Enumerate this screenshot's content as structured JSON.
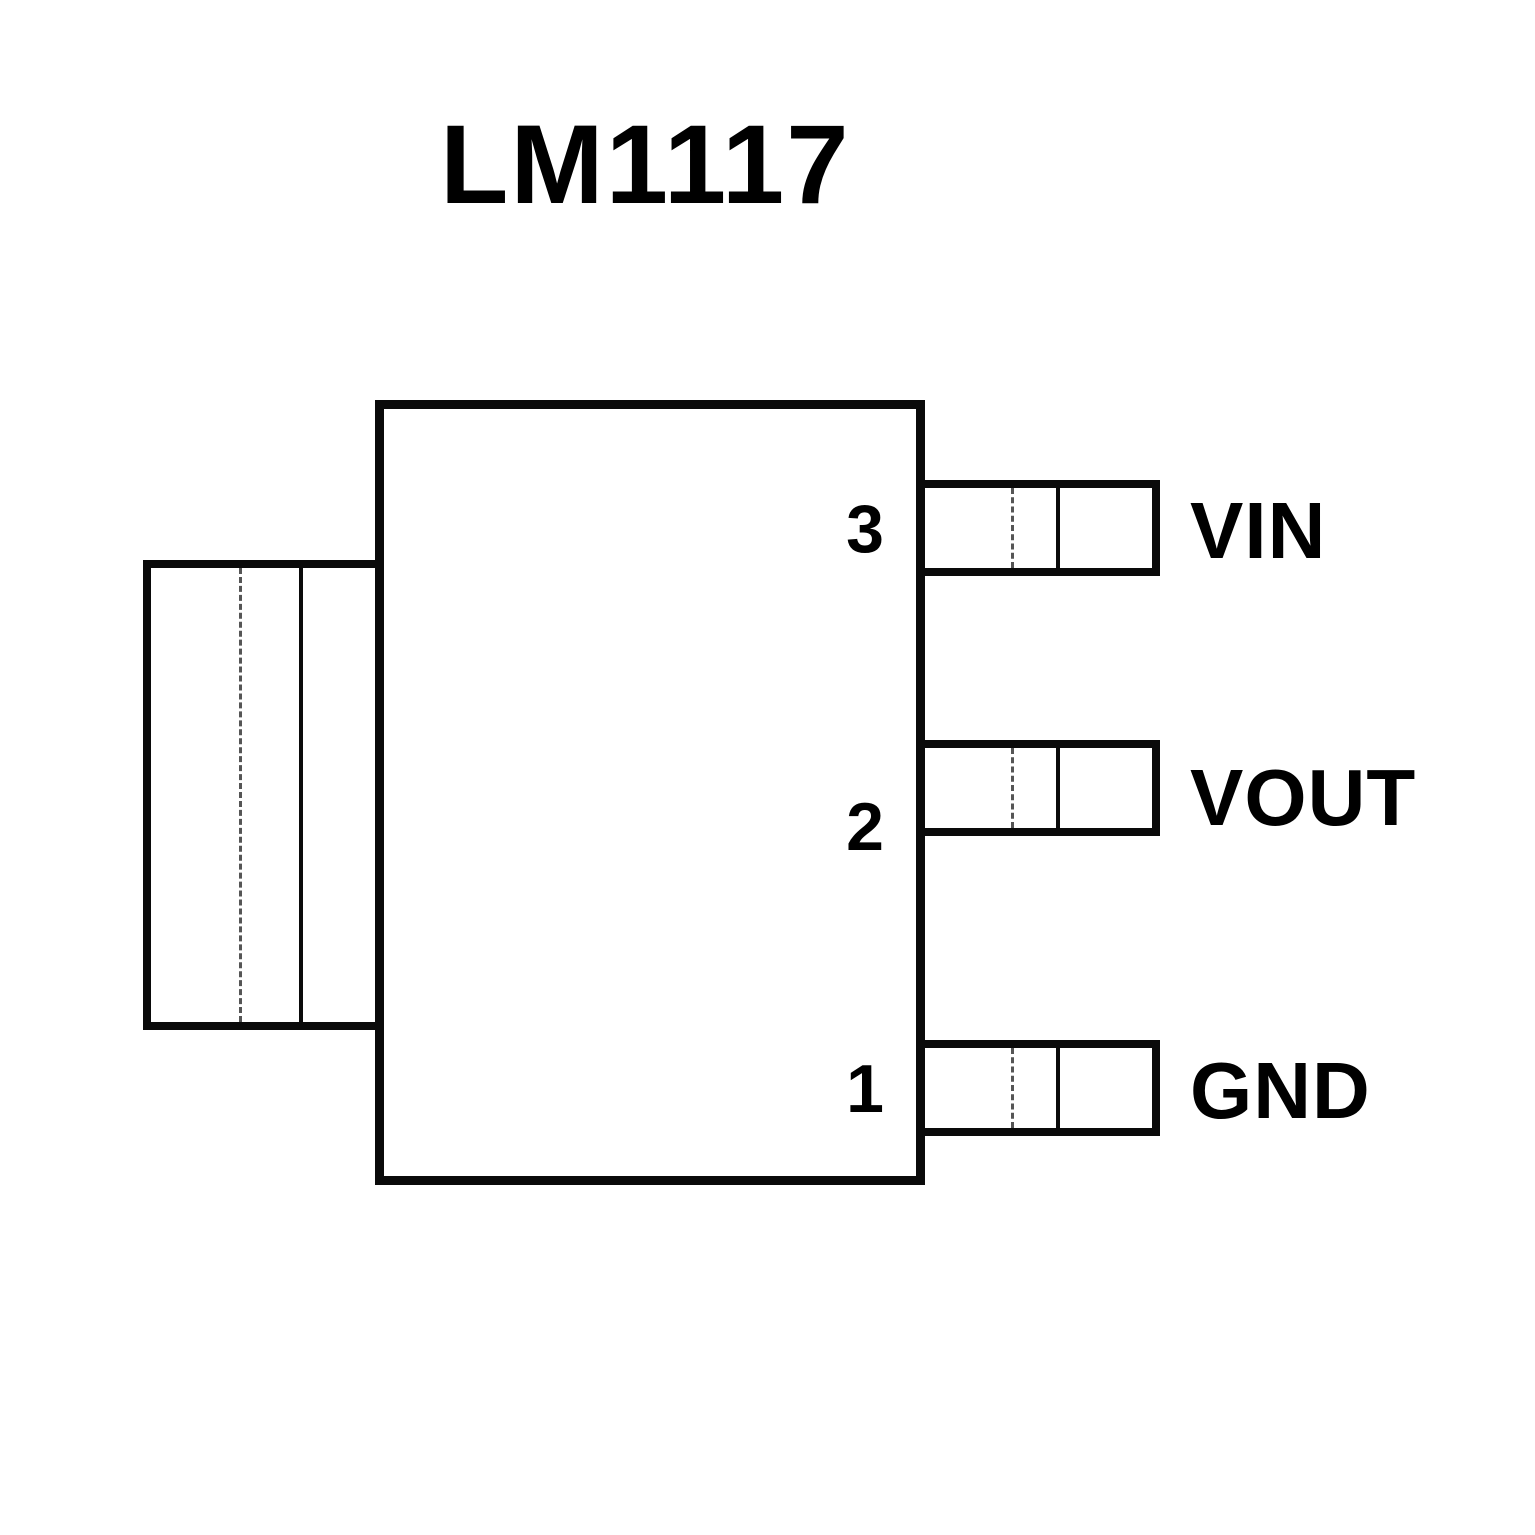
{
  "title": "LM1117",
  "package": {
    "body_name": "ic-package-body",
    "tab_name": "mounting-tab"
  },
  "pins": [
    {
      "number": "3",
      "label": "VIN"
    },
    {
      "number": "2",
      "label": "VOUT"
    },
    {
      "number": "1",
      "label": "GND"
    }
  ]
}
